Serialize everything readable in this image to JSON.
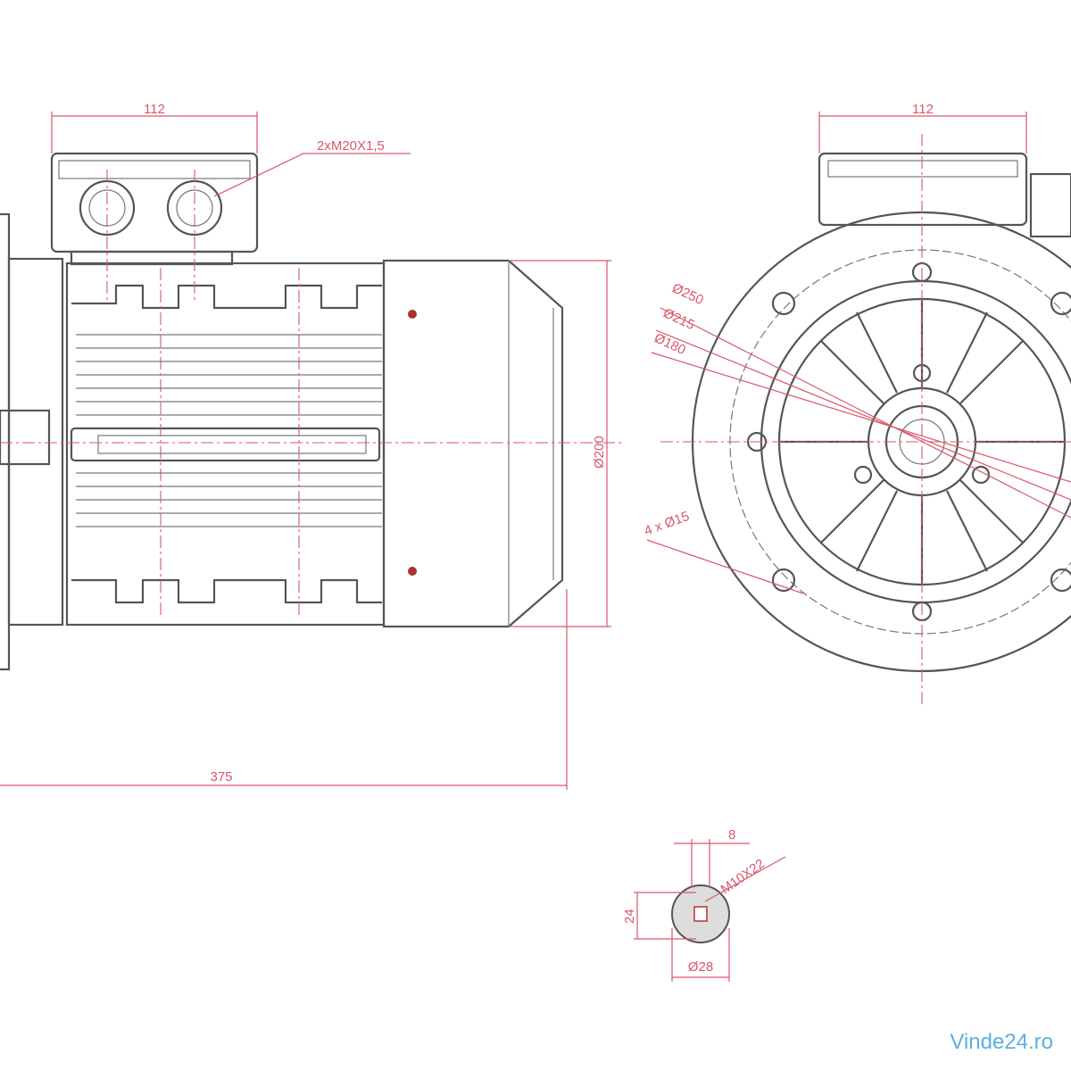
{
  "side_view": {
    "dim_terminal_box_width": "112",
    "dim_cable_gland": "2xM20X1,5",
    "dim_fan_cover_diameter": "Ø200",
    "dim_total_length": "375"
  },
  "front_view": {
    "dim_terminal_box_width": "112",
    "dim_flange_diameter": "Ø250",
    "dim_bolt_circle": "Ø215",
    "dim_spigot": "Ø180",
    "dim_holes": "4 x Ø15"
  },
  "shaft_section": {
    "dim_key_width": "8",
    "dim_center_thread": "M10X22",
    "dim_key_height": "24",
    "dim_shaft_diameter": "Ø28"
  },
  "watermark": "Vinde24.ro",
  "colors": {
    "dimension": "#d9576a",
    "outline": "#555555",
    "watermark": "#5ab0e0"
  }
}
